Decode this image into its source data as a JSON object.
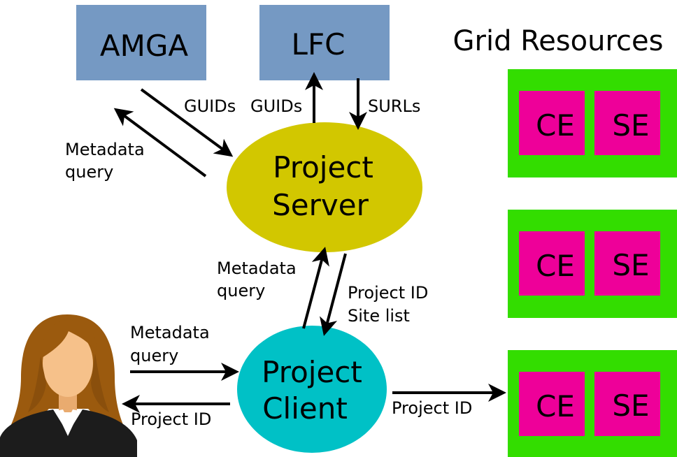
{
  "title": "Grid Resources",
  "colors": {
    "service_box": "#7599c3",
    "server_ellipse": "#d2c700",
    "client_ellipse": "#00c1c6",
    "resource_bg": "#33dd00",
    "ce_se_box": "#ee0099",
    "arrow": "#000000",
    "hair": "#9b5a0e",
    "skin": "#f6c18a",
    "jacket": "#1c1c1c"
  },
  "nodes": {
    "amga": "AMGA",
    "lfc": "LFC",
    "server_line1": "Project",
    "server_line2": "Server",
    "client_line1": "Project",
    "client_line2": "Client"
  },
  "resources": [
    {
      "ce": "CE",
      "se": "SE"
    },
    {
      "ce": "CE",
      "se": "SE"
    },
    {
      "ce": "CE",
      "se": "SE"
    }
  ],
  "edge_labels": {
    "guids_amga": "GUIDs",
    "metadata_amga_line1": "Metadata",
    "metadata_amga_line2": "query",
    "guids_lfc": "GUIDs",
    "surls": "SURLs",
    "metadata_server_line1": "Metadata",
    "metadata_server_line2": "query",
    "projectid_sitelist_line1": "Project ID",
    "projectid_sitelist_line2": "Site list",
    "metadata_user_line1": "Metadata",
    "metadata_user_line2": "query",
    "projectid_user": "Project ID",
    "projectid_grid": "Project ID"
  }
}
